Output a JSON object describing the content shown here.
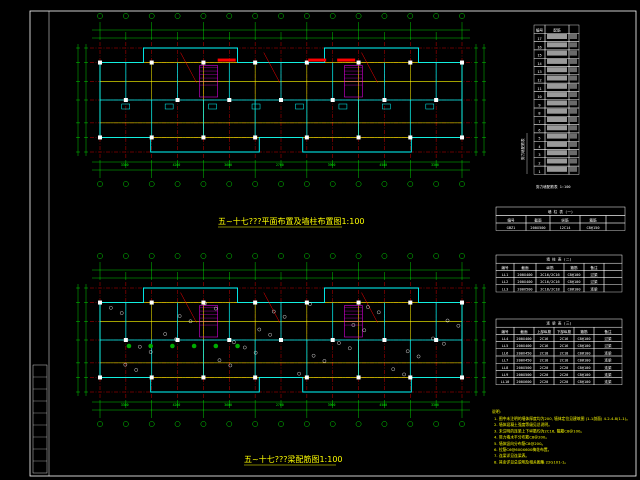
{
  "drawing": {
    "plan_top_title": "五~十七???平面布置及墙柱布置图1:100",
    "plan_bottom_title": "五~十七???梁配筋图1:100"
  },
  "colors": {
    "background": "#000000",
    "frame": "#ffffff",
    "axis": "#ff0000",
    "wall": "#00ffff",
    "beam": "#ffff00",
    "dimension": "#00ff00",
    "column": "#ffffff",
    "accent_magenta": "#ff00ff",
    "table_header": "#ffffff"
  },
  "table_top": {
    "header": [
      "编号",
      "配筋"
    ],
    "rows": [
      "17",
      "16",
      "15",
      "14",
      "13",
      "12",
      "11",
      "10",
      "9",
      "8",
      "7",
      "6",
      "5",
      "4",
      "3",
      "2",
      "1"
    ],
    "side_label": "剪力墙配筋表",
    "caption": "剪力墙配筋表 1:100"
  },
  "table_mid1": {
    "title": "墙 柱 表 (一)",
    "header": [
      "编号",
      "截面",
      "纵筋",
      "箍筋"
    ],
    "rows": [
      [
        "GBZ1",
        "200X500",
        "12C14",
        "C8@150"
      ]
    ]
  },
  "table_mid2": {
    "title": "墙 柱 表 (二)",
    "header": [
      "编号",
      "截面",
      "纵筋",
      "箍筋",
      "备注"
    ],
    "rows": [
      [
        "LL1",
        "200X400",
        "2C16/2C16",
        "C8@100",
        "过梁"
      ],
      [
        "LL2",
        "200X400",
        "2C16/2C16",
        "C8@100",
        "过梁"
      ],
      [
        "LL3",
        "200X500",
        "2C18/2C18",
        "C8@100",
        "连梁"
      ]
    ]
  },
  "table_bottom": {
    "title": "连 梁 表 (三)",
    "header": [
      "编号",
      "截面",
      "上部纵筋",
      "下部纵筋",
      "箍筋",
      "备注"
    ],
    "rows": [
      [
        "LL4",
        "200X400",
        "2C16",
        "2C16",
        "C8@100",
        "过梁"
      ],
      [
        "LL5",
        "200X400",
        "2C16",
        "2C16",
        "C8@100",
        "过梁"
      ],
      [
        "LL6",
        "200X450",
        "2C18",
        "2C18",
        "C8@100",
        "连梁"
      ],
      [
        "LL7",
        "200X450",
        "2C18",
        "2C18",
        "C8@100",
        "连梁"
      ],
      [
        "LL8",
        "200X500",
        "2C20",
        "2C20",
        "C8@100",
        "连梁"
      ],
      [
        "LL9",
        "200X500",
        "2C20",
        "2C20",
        "C8@100",
        "连梁"
      ],
      [
        "LL10",
        "200X600",
        "2C20",
        "2C20",
        "C8@100",
        "连梁"
      ]
    ]
  },
  "notes": {
    "heading": "说明:",
    "lines": [
      "1. 图中未注明的墙体厚度均为200, 墙体定位见建筑图 (1-1剖面) 4.2-4.8(1-1)。",
      "2. 墙体混凝土强度等级见总说明。",
      "3. 未注明的连梁上下纵筋均为2C16, 箍筋C8@100。",
      "4. 剪力墙水平分布筋C8@200。",
      "5. 墙体竖向分布筋C8@200。",
      "6. 拉筋C6@600X600梅花布置。",
      "7. 连梁详见连梁表。",
      "8. 其余详见总说明及相关图集 22G101-1。"
    ]
  }
}
